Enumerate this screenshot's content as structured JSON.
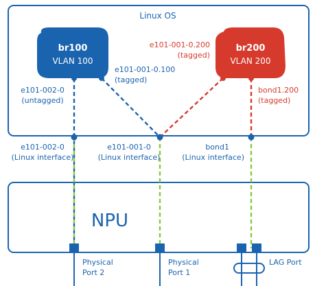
{
  "colors": {
    "blue": "#1a63ae",
    "red": "#d63a2c",
    "green": "#8cc63f",
    "text_blue": "#1a63ae",
    "text_red": "#d63a2c"
  },
  "linux": {
    "title": "Linux OS"
  },
  "bridges": {
    "br100": {
      "name": "br100",
      "vlan": "VLAN 100"
    },
    "br200": {
      "name": "br200",
      "vlan": "VLAN 200"
    }
  },
  "sub_interfaces": {
    "e101_002_0": {
      "name": "e101-002-0",
      "tag": "(untagged)"
    },
    "e101_001_0_100": {
      "name": "e101-001-0.100",
      "tag": "(tagged)"
    },
    "e101_001_0_200": {
      "name": "e101-001-0.200",
      "tag": "(tagged)"
    },
    "bond1_200": {
      "name": "bond1.200",
      "tag": "(tagged)"
    }
  },
  "linux_interfaces": {
    "e101_002_0": {
      "name": "e101-002-0",
      "kind": "(Linux interface)"
    },
    "e101_001_0": {
      "name": "e101-001-0",
      "kind": "(Linux interface)"
    },
    "bond1": {
      "name": "bond1",
      "kind": "(Linux interface)"
    }
  },
  "npu": {
    "title": "NPU"
  },
  "ports": {
    "physical_2": {
      "line1": "Physical",
      "line2": "Port 2"
    },
    "physical_1": {
      "line1": "Physical",
      "line2": "Port 1"
    },
    "lag": {
      "line1": "LAG Port"
    }
  }
}
